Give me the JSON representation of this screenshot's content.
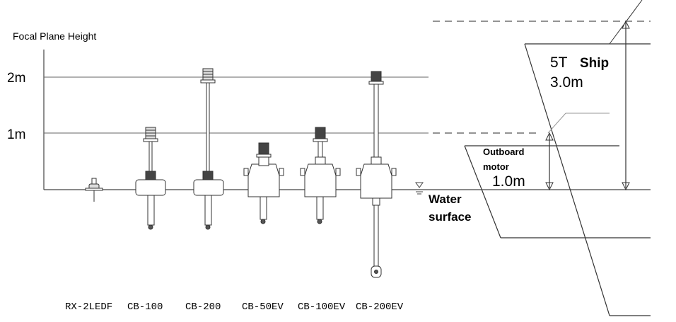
{
  "axis": {
    "title": "Focal Plane Height",
    "ticks": [
      "2m",
      "1m"
    ]
  },
  "products": [
    "RX-2LEDF",
    "CB-100",
    "CB-200",
    "CB-50EV",
    "CB-100EV",
    "CB-200EV"
  ],
  "water": {
    "line1": "Water",
    "line2": "surface"
  },
  "ship": {
    "label_num": "5T",
    "label_word": "Ship",
    "height": "3.0m"
  },
  "motor": {
    "line1": "Outboard",
    "line2": "motor",
    "height": "1.0m"
  },
  "colors": {
    "line": "#555555",
    "dark": "#222222",
    "grey_fill": "#dddddd"
  }
}
